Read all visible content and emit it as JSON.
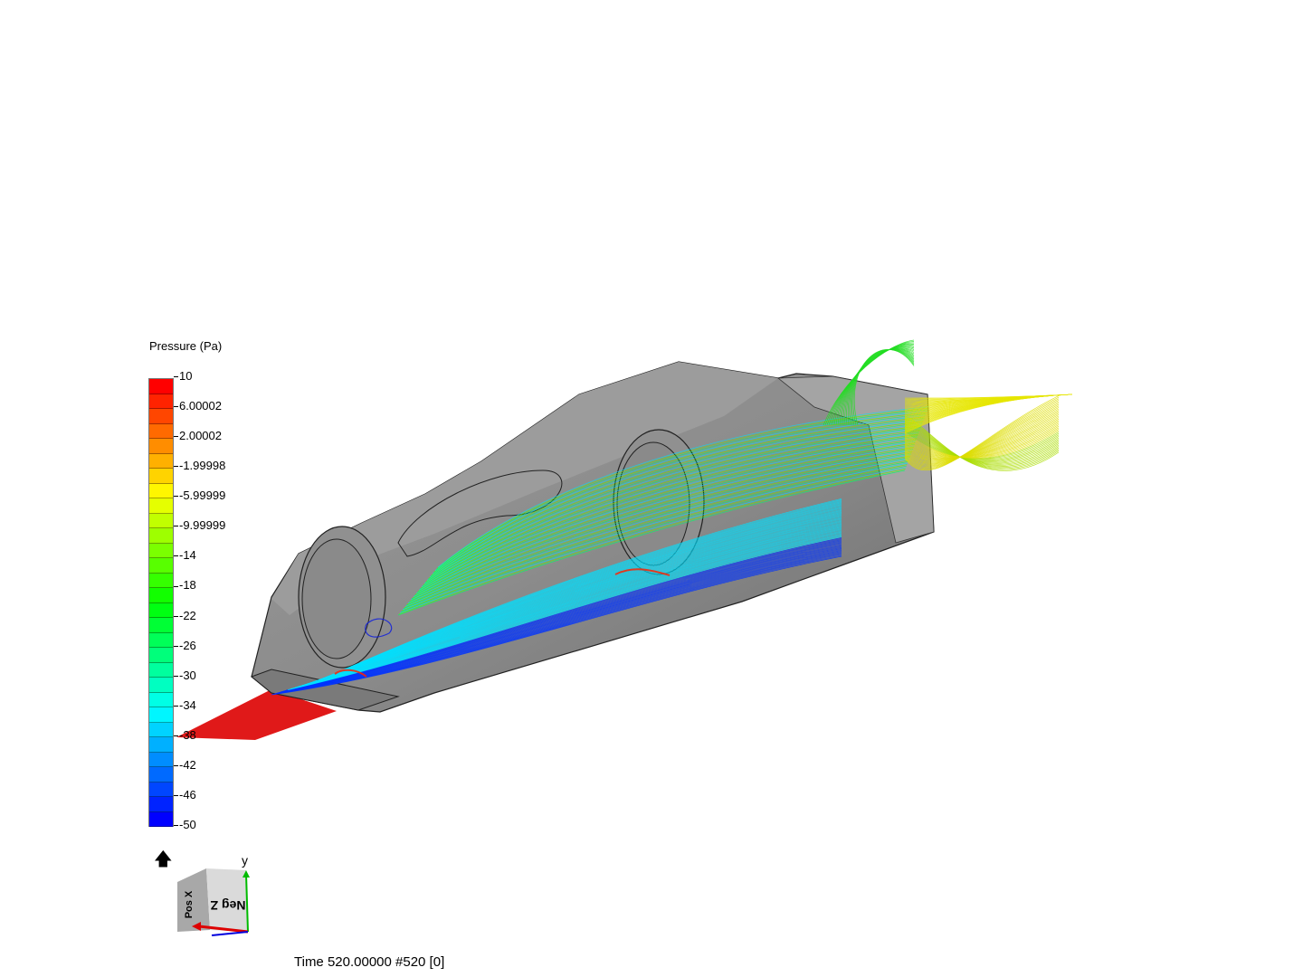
{
  "legend": {
    "title": "Pressure (Pa)",
    "ticks": [
      "10",
      "6.00002",
      "2.00002",
      "-1.99998",
      "-5.99999",
      "-9.99999",
      "-14",
      "-18",
      "-22",
      "-26",
      "-30",
      "-34",
      "-38",
      "-42",
      "-46",
      "-50"
    ],
    "band_count": 30,
    "range": [
      -50,
      10
    ]
  },
  "orientation": {
    "home_icon": "home-icon",
    "face_front": "Neg Z",
    "face_side": "Pos X",
    "axis_y_label": "y",
    "axis_colors": {
      "x": "#dd0000",
      "y": "#00bb00",
      "z": "#0000dd"
    }
  },
  "status": {
    "time": "Time 520.00000  #520 [0]"
  },
  "colors": {
    "body": "#8a8a8a",
    "inlet_sheet": "#dd0000"
  }
}
